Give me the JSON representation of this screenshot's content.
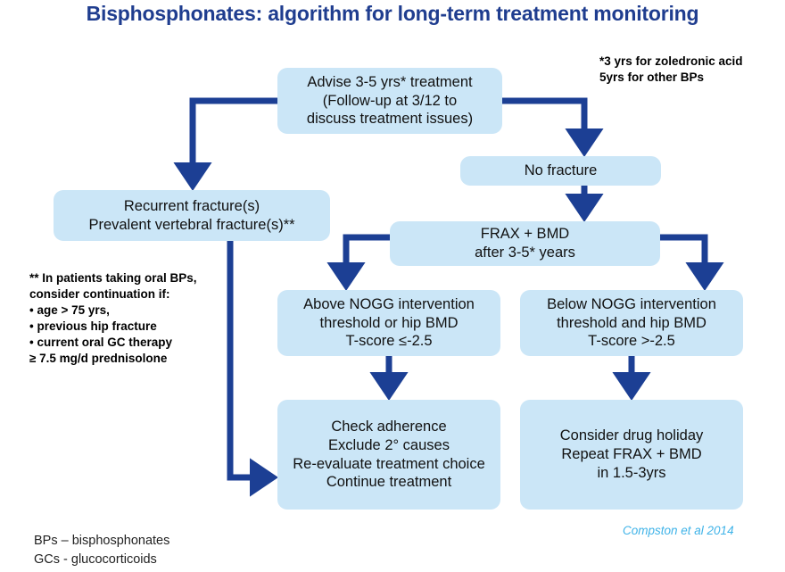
{
  "title": "Bisphosphonates: algorithm for long-term treatment monitoring",
  "colors": {
    "title": "#1f3d8f",
    "node_fill": "#cbe6f7",
    "node_text": "#111111",
    "connector": "#1c3f94",
    "citation": "#3fb3e8",
    "background": "#ffffff"
  },
  "nodes": {
    "advise": "Advise 3-5 yrs* treatment\n(Follow-up at 3/12 to\ndiscuss treatment issues)",
    "no_fracture": "No fracture",
    "recurrent": "Recurrent fracture(s)\nPrevalent vertebral fracture(s)**",
    "frax": "FRAX + BMD\nafter 3-5* years",
    "above_nogg": "Above NOGG intervention\nthreshold or hip BMD\nT-score ≤-2.5",
    "below_nogg": "Below NOGG intervention\nthreshold and hip BMD\nT-score >-2.5",
    "check_adherence": "Check adherence\nExclude 2° causes\nRe-evaluate treatment choice\nContinue treatment",
    "drug_holiday": "Consider drug holiday\nRepeat FRAX + BMD\nin 1.5-3yrs"
  },
  "notes": {
    "asterisk": "*3 yrs for zoledronic acid\n 5yrs for other BPs",
    "double_asterisk": "** In patients taking oral BPs,\nconsider continuation if:\n• age > 75 yrs,\n• previous hip fracture\n• current oral GC therapy\n    ≥ 7.5 mg/d prednisolone"
  },
  "legend": "BPs – bisphosphonates\nGCs - glucocorticoids",
  "citation": "Compston et al 2014",
  "chart_data": {
    "type": "diagram",
    "diagram_kind": "flowchart",
    "title": "Bisphosphonates: algorithm for long-term treatment monitoring",
    "nodes": [
      {
        "id": "advise",
        "label": "Advise 3-5 yrs* treatment (Follow-up at 3/12 to discuss treatment issues)"
      },
      {
        "id": "recurrent",
        "label": "Recurrent fracture(s) Prevalent vertebral fracture(s)**"
      },
      {
        "id": "no_fracture",
        "label": "No fracture"
      },
      {
        "id": "frax",
        "label": "FRAX + BMD after 3-5* years"
      },
      {
        "id": "above_nogg",
        "label": "Above NOGG intervention threshold or hip BMD T-score ≤-2.5"
      },
      {
        "id": "below_nogg",
        "label": "Below NOGG intervention threshold and hip BMD T-score >-2.5"
      },
      {
        "id": "check",
        "label": "Check adherence / Exclude 2° causes / Re-evaluate treatment choice / Continue treatment"
      },
      {
        "id": "holiday",
        "label": "Consider drug holiday Repeat FRAX + BMD in 1.5-3yrs"
      }
    ],
    "edges": [
      {
        "from": "advise",
        "to": "recurrent"
      },
      {
        "from": "advise",
        "to": "no_fracture"
      },
      {
        "from": "no_fracture",
        "to": "frax"
      },
      {
        "from": "frax",
        "to": "above_nogg"
      },
      {
        "from": "frax",
        "to": "below_nogg"
      },
      {
        "from": "above_nogg",
        "to": "check"
      },
      {
        "from": "below_nogg",
        "to": "holiday"
      },
      {
        "from": "recurrent",
        "to": "check"
      }
    ]
  }
}
